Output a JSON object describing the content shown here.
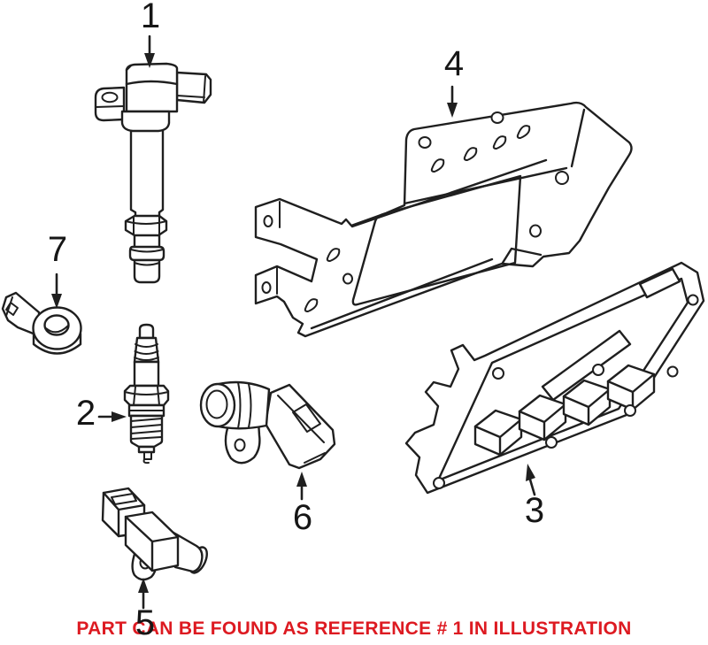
{
  "diagram": {
    "background": "#ffffff",
    "line_color": "#1f1f1f",
    "callouts": [
      {
        "label": "1"
      },
      {
        "label": "2"
      },
      {
        "label": "3"
      },
      {
        "label": "4"
      },
      {
        "label": "5"
      },
      {
        "label": "6"
      },
      {
        "label": "7"
      }
    ],
    "caption": {
      "text": "PART CAN BE FOUND AS REFERENCE # 1 IN ILLUSTRATION",
      "color": "#dd1a21"
    }
  }
}
